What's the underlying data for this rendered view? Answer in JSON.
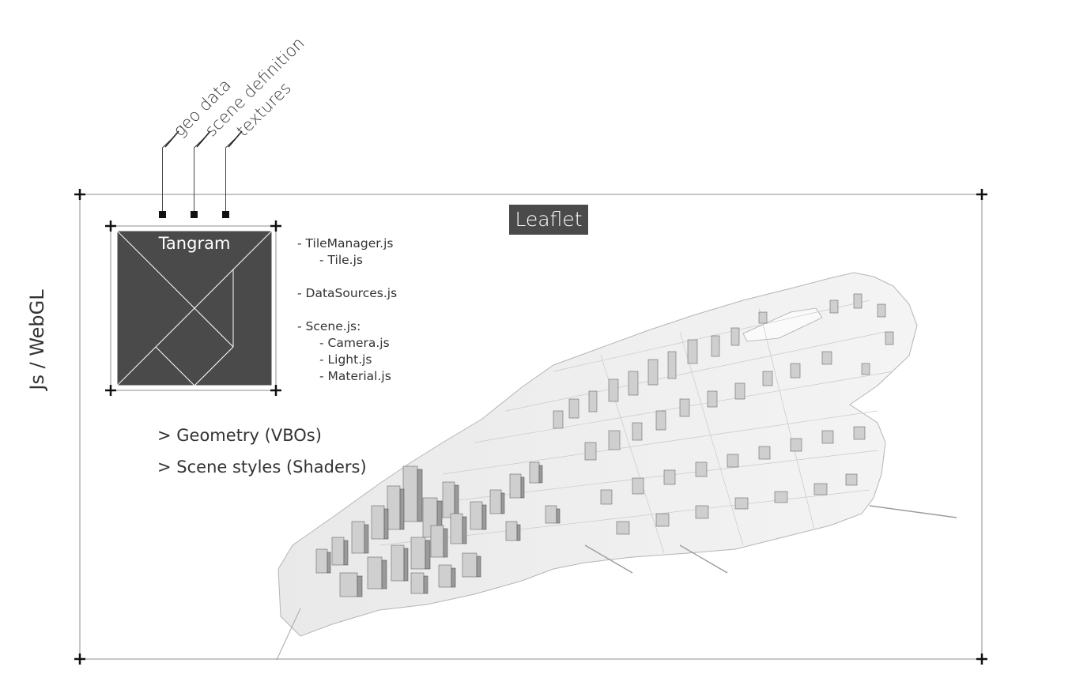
{
  "inputs": [
    {
      "label": "geo data"
    },
    {
      "label": "scene definition"
    },
    {
      "label": "textures"
    }
  ],
  "container_label": "Leaflet",
  "side_label": "Js / WebGL",
  "engine": {
    "title": "Tangram"
  },
  "files": [
    {
      "text": "- TileManager.js",
      "level": 0
    },
    {
      "text": "- Tile.js",
      "level": 1
    },
    {
      "text": "- DataSources.js",
      "level": 0
    },
    {
      "text": "- Scene.js:",
      "level": 0
    },
    {
      "text": "- Camera.js",
      "level": 1
    },
    {
      "text": "- Light.js",
      "level": 1
    },
    {
      "text": "- Material.js",
      "level": 1
    }
  ],
  "outputs": [
    {
      "text": "> Geometry  (VBOs)"
    },
    {
      "text": "> Scene styles (Shaders)"
    }
  ],
  "colors": {
    "panel": "#4a4a4a",
    "panel_text": "#ffffff",
    "lines": "#8c8c8c"
  }
}
